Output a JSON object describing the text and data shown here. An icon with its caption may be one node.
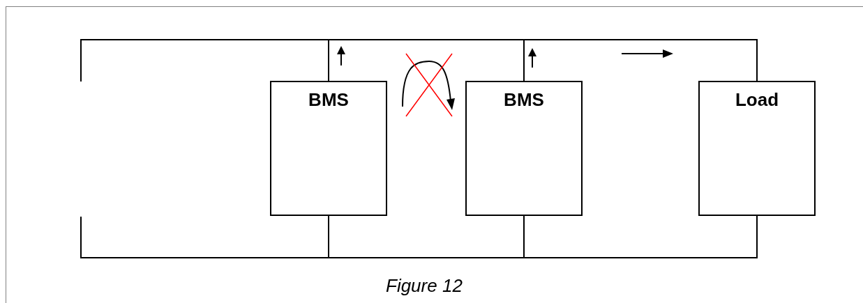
{
  "diagram": {
    "caption": "Figure 12",
    "nodes": [
      {
        "text": [
          "BMS"
        ]
      },
      {
        "text": [
          "BMS"
        ]
      },
      {
        "text": [
          "Load"
        ]
      }
    ],
    "edges": [
      {
        "from": 0,
        "to": 1,
        "arrow": "none"
      },
      {
        "from": 1,
        "to": 2,
        "arrow": "none"
      },
      {
        "from": 0,
        "to": 1,
        "arrow": "none"
      },
      {
        "from": 1,
        "to": 2,
        "arrow": "none"
      },
      {
        "from": 0,
        "to": null,
        "arrow": "none"
      },
      {
        "from": 0,
        "to": null,
        "arrow": "none"
      }
    ]
  }
}
